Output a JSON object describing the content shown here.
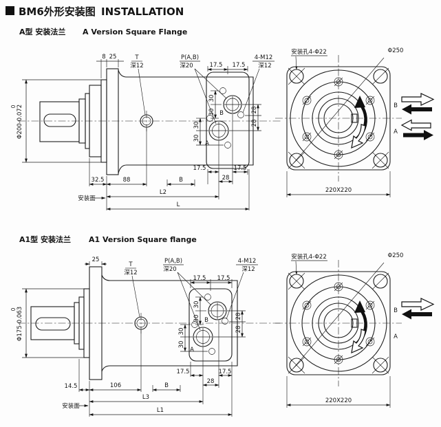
{
  "header": {
    "title_zh": "BM6外形安装图",
    "title_en": "INSTALLATION"
  },
  "section_a": {
    "subtitle_zh": "A型 安装法兰",
    "subtitle_en": "A Version Square Flange",
    "side": {
      "dia": "Φ200-0.072",
      "dia_sup": "0",
      "d8": "8",
      "d25": "25",
      "t": "T",
      "t_depth": "深12",
      "p": "P(A,B)",
      "p_depth": "深20",
      "m": "4-M12",
      "m_depth": "深12",
      "t17": [
        "17.5",
        "17.5"
      ],
      "v30": [
        "30",
        "30",
        "30",
        "30"
      ],
      "r28": [
        "28",
        "28"
      ],
      "b17": [
        "17.5",
        "17.5"
      ],
      "b28": "28",
      "port_b": "B",
      "port_a": "A",
      "d32_5": "32.5",
      "d88": "88",
      "dB": "B",
      "dL2": "L2",
      "dL": "L",
      "mount": "安装面"
    },
    "flange": {
      "holes": "安装孔4-Φ22",
      "dia": "Φ250",
      "size": "220X220",
      "b": "B",
      "a": "A"
    }
  },
  "section_a1": {
    "subtitle_zh": "A1型 安装法兰",
    "subtitle_en": "A1 Version Square flange",
    "side": {
      "dia": "Φ175-0.063",
      "dia_sup": "0",
      "d25": "25",
      "t": "T",
      "t_depth": "深12",
      "p": "P(A,B)",
      "p_depth": "深20",
      "m": "4-M12",
      "m_depth": "深12",
      "t17": [
        "17.5",
        "17.5"
      ],
      "v30": [
        "30",
        "30",
        "30",
        "30"
      ],
      "r28": [
        "28",
        "28"
      ],
      "b17": [
        "17.5",
        "17.5"
      ],
      "b28": "28",
      "port_b": "B",
      "port_a": "A",
      "d14_5": "14.5",
      "d106": "106",
      "dB": "B",
      "dL3": "L3",
      "dL1": "L1",
      "mount": "安装面"
    },
    "flange": {
      "holes": "安装孔4-Φ22",
      "dia": "Φ250",
      "size": "220X220",
      "b": "B",
      "a": "A"
    }
  }
}
